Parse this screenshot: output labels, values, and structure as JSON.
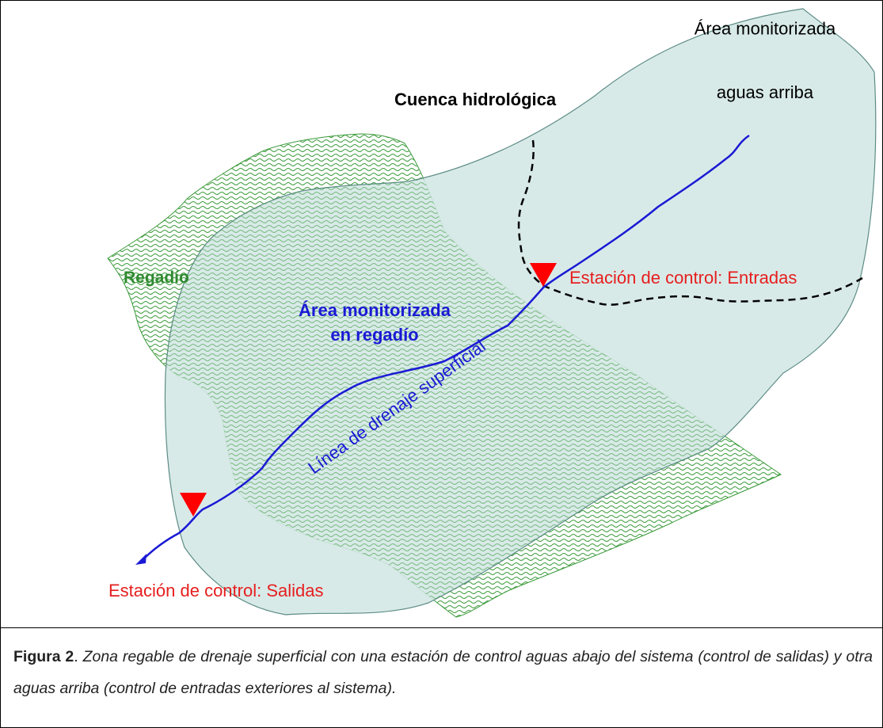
{
  "diagram": {
    "labels": {
      "cuenca": "Cuenca hidrológica",
      "area_arriba_1": "Área monitorizada",
      "area_arriba_2": "aguas arriba",
      "regadio": "Regadío",
      "area_regadio_1": "Área monitorizada",
      "area_regadio_2": "en regadío",
      "linea": "Línea de drenaje superficial",
      "estacion_entradas": "Estación de control: Entradas",
      "estacion_salidas": "Estación de control: Salidas"
    },
    "colors": {
      "basin_fill": "#d4e8e6",
      "basin_stroke": "#5d8c86",
      "regadio_pattern": "#3a9a3a",
      "drain_line": "#1a1ad4",
      "station": "#ff0000",
      "label_blue": "#1a1ad4",
      "label_green": "#2f8a2f",
      "label_red": "#e61e1e",
      "label_black": "#000000"
    }
  },
  "caption": {
    "label": "Figura 2",
    "separator": ". ",
    "text": "Zona regable de drenaje superficial con una estación de control aguas abajo del sistema (control de salidas) y otra aguas arriba (control de entradas exteriores al sistema)."
  }
}
